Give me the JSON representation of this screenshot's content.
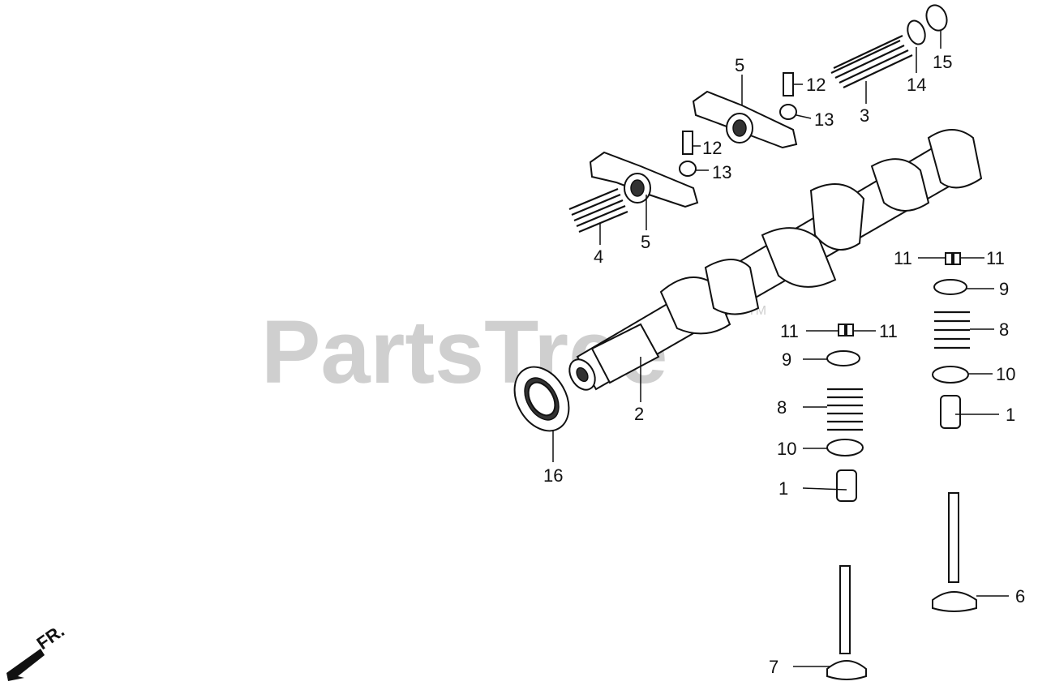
{
  "watermark": {
    "text": "PartsTree",
    "trademark": "TM"
  },
  "direction_indicator": {
    "label": "FR."
  },
  "callouts": [
    {
      "id": "c-1a",
      "label": "1"
    },
    {
      "id": "c-1b",
      "label": "1"
    },
    {
      "id": "c-2",
      "label": "2"
    },
    {
      "id": "c-3",
      "label": "3"
    },
    {
      "id": "c-4",
      "label": "4"
    },
    {
      "id": "c-5a",
      "label": "5"
    },
    {
      "id": "c-5b",
      "label": "5"
    },
    {
      "id": "c-6",
      "label": "6"
    },
    {
      "id": "c-7",
      "label": "7"
    },
    {
      "id": "c-8a",
      "label": "8"
    },
    {
      "id": "c-8b",
      "label": "8"
    },
    {
      "id": "c-9a",
      "label": "9"
    },
    {
      "id": "c-9b",
      "label": "9"
    },
    {
      "id": "c-10a",
      "label": "10"
    },
    {
      "id": "c-10b",
      "label": "10"
    },
    {
      "id": "c-11a",
      "label": "11"
    },
    {
      "id": "c-11b",
      "label": "11"
    },
    {
      "id": "c-11c",
      "label": "11"
    },
    {
      "id": "c-11d",
      "label": "11"
    },
    {
      "id": "c-12a",
      "label": "12"
    },
    {
      "id": "c-12b",
      "label": "12"
    },
    {
      "id": "c-13a",
      "label": "13"
    },
    {
      "id": "c-13b",
      "label": "13"
    },
    {
      "id": "c-14",
      "label": "14"
    },
    {
      "id": "c-15",
      "label": "15"
    },
    {
      "id": "c-16",
      "label": "16"
    }
  ],
  "colors": {
    "line": "#111111",
    "watermark": "#cfcfcf",
    "background": "#ffffff"
  }
}
